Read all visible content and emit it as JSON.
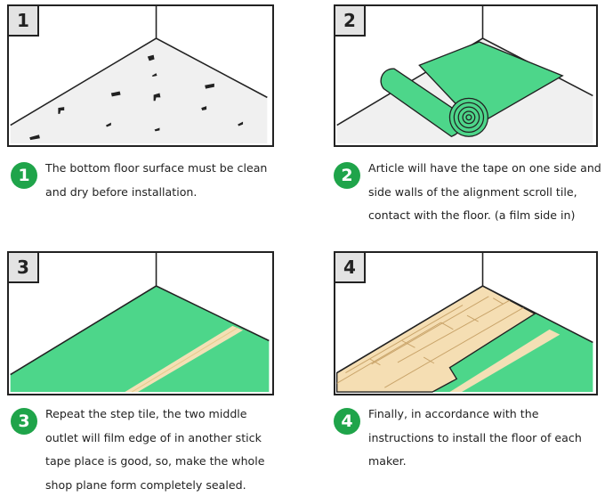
{
  "steps": [
    {
      "num": "1",
      "badge": "1",
      "text": "The bottom floor surface must be clean and dry before installation."
    },
    {
      "num": "2",
      "badge": "2",
      "text": "Article will have the tape on one side and side walls of the alignment scroll tile, contact with the floor. (a film side in)"
    },
    {
      "num": "3",
      "badge": "3",
      "text": "Repeat the step tile, the two middle outlet will film edge of in another stick tape place is good, so, make the whole shop plane form completely sealed."
    },
    {
      "num": "4",
      "badge": "4",
      "text": "Finally, in accordance with the instructions to install the floor of each maker."
    }
  ],
  "colors": {
    "accent": "#1fa44a",
    "film": "#4dd68a",
    "floor": "#f2f2f2",
    "wood": "#f5deb3",
    "tape": "#f3e0b5"
  }
}
